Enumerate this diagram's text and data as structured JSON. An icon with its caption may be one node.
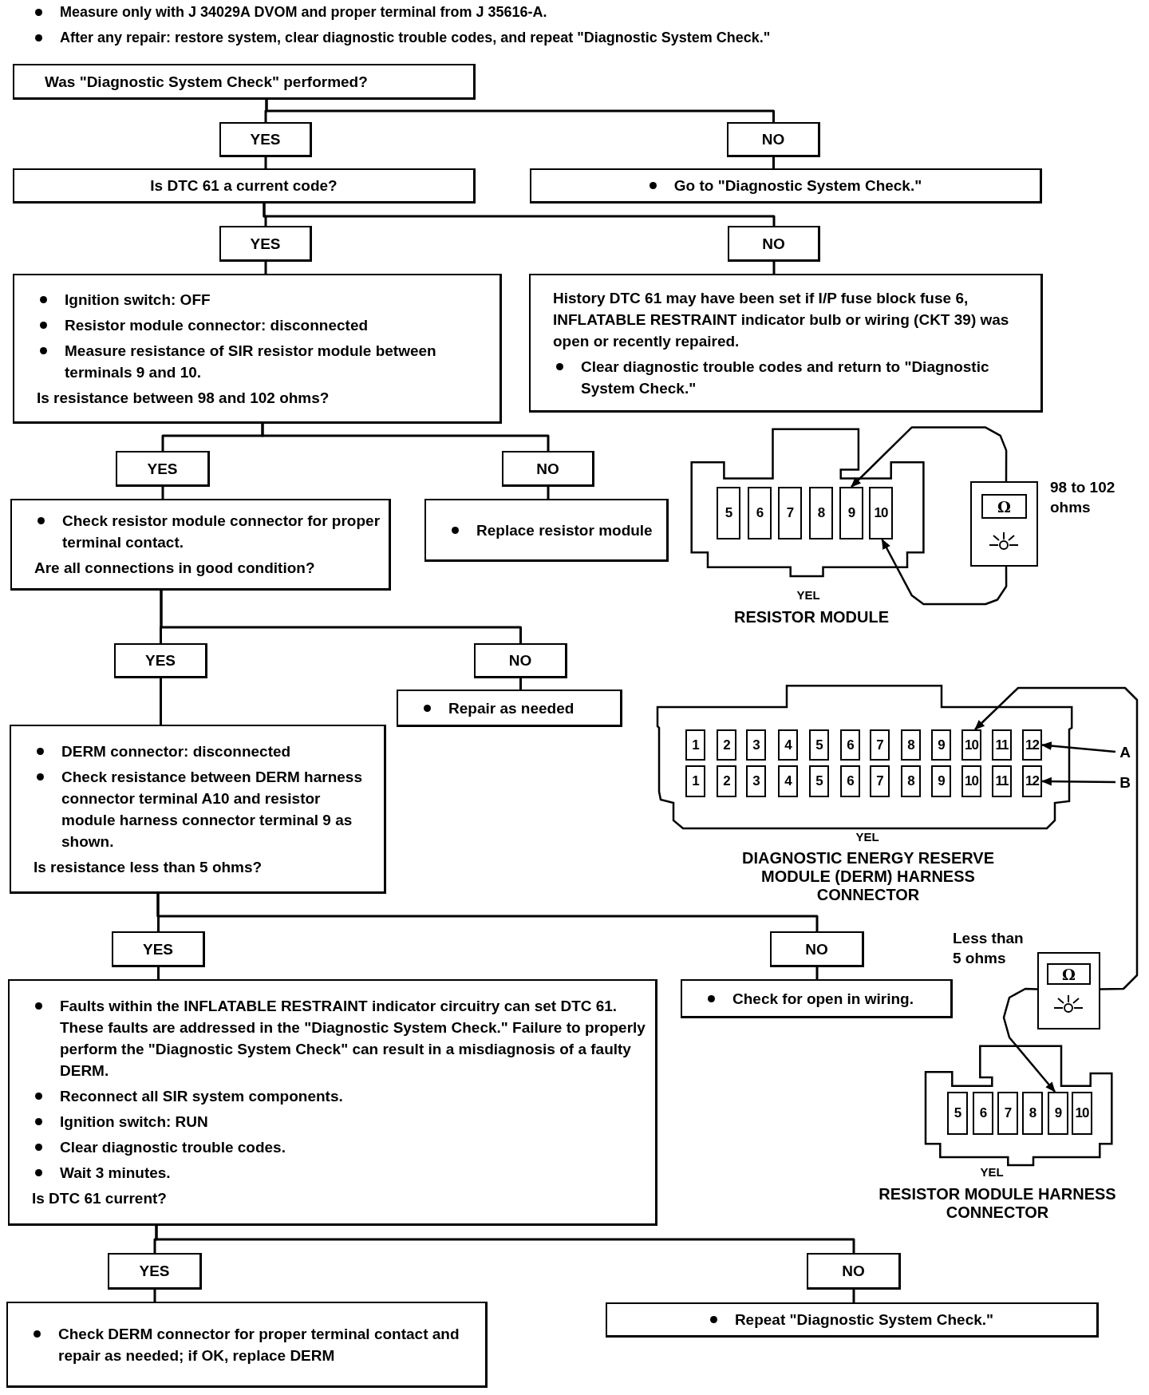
{
  "diagram": {
    "nodes": [
      {
        "text": [
          "Was \"Diagnostic System Check\" performed?"
        ]
      },
      {
        "text": [
          "YES"
        ]
      },
      {
        "text": [
          "NO"
        ]
      },
      {
        "text": [
          "Is DTC 61 a current code?"
        ]
      },
      {
        "text": [
          "Go to \"Diagnostic System Check.\""
        ]
      },
      {
        "text": [
          "YES"
        ]
      },
      {
        "text": [
          "NO"
        ]
      },
      {
        "text": [
          "Ignition switch: OFF",
          "Resistor module connector: disconnected",
          "Measure resistance of SIR resistor module between terminals 9 and 10.",
          "Is resistance between 98 and 102 ohms?"
        ]
      },
      {
        "text": [
          "History DTC 61 may have been set if I/P fuse block fuse 6, INFLATABLE RESTRAINT indicator bulb or wiring (CKT 39) was open or recently repaired.",
          "Clear diagnostic trouble codes and return to \"Diagnostic System Check.\""
        ]
      },
      {
        "text": [
          "YES"
        ]
      },
      {
        "text": [
          "NO"
        ]
      },
      {
        "text": [
          "Check resistor module connector for proper terminal contact.",
          "Are all connections in good condition?"
        ]
      },
      {
        "text": [
          "Replace resistor module"
        ]
      },
      {
        "text": [
          "YES"
        ]
      },
      {
        "text": [
          "NO"
        ]
      },
      {
        "text": [
          "DERM connector: disconnected",
          "Check resistance between DERM harness connector terminal A10 and resistor module harness connector terminal 9 as shown.",
          "Is resistance less than 5 ohms?"
        ]
      },
      {
        "text": [
          "Repair as needed"
        ]
      },
      {
        "text": [
          "YES"
        ]
      },
      {
        "text": [
          "NO"
        ]
      },
      {
        "text": [
          "Faults within the INFLATABLE RESTRAINT indicator circuitry can set DTC 61. These faults are addressed in the \"Diagnostic System Check.\" Failure to properly perform the \"Diagnostic System Check\" can result in a misdiagnosis of a faulty DERM.",
          "Reconnect all SIR system components.",
          "Ignition switch: RUN",
          "Clear diagnostic trouble codes.",
          "Wait 3 minutes.",
          "Is DTC 61 current?"
        ]
      },
      {
        "text": [
          "Check for open in wiring."
        ]
      },
      {
        "text": [
          "YES"
        ]
      },
      {
        "text": [
          "NO"
        ]
      },
      {
        "text": [
          "Check DERM connector for proper terminal contact and repair as needed; if OK, replace DERM"
        ]
      },
      {
        "text": [
          "Repeat \"Diagnostic System Check.\""
        ]
      },
      {
        "text": [
          "A"
        ]
      },
      {
        "text": [
          "B"
        ]
      },
      {
        "text": [],
        "shape": "connector"
      },
      {
        "text": [
          "5"
        ],
        "in": 27
      },
      {
        "text": [
          "6"
        ],
        "in": 27
      },
      {
        "text": [
          "7"
        ],
        "in": 27
      },
      {
        "text": [
          "8"
        ],
        "in": 27
      },
      {
        "text": [
          "9"
        ],
        "in": 27
      },
      {
        "text": [
          "10"
        ],
        "in": 27
      },
      {
        "text": [
          "Ω"
        ],
        "beside": [
          "98 to 102 ohms"
        ]
      },
      {
        "text": [],
        "shape": "connector"
      },
      {
        "text": [
          "1"
        ],
        "in": 35
      },
      {
        "text": [
          "2"
        ],
        "in": 35
      },
      {
        "text": [
          "3"
        ],
        "in": 35
      },
      {
        "text": [
          "4"
        ],
        "in": 35
      },
      {
        "text": [
          "5"
        ],
        "in": 35
      },
      {
        "text": [
          "6"
        ],
        "in": 35
      },
      {
        "text": [
          "7"
        ],
        "in": 35
      },
      {
        "text": [
          "8"
        ],
        "in": 35
      },
      {
        "text": [
          "9"
        ],
        "in": 35
      },
      {
        "text": [
          "10"
        ],
        "in": 35
      },
      {
        "text": [
          "11"
        ],
        "in": 35
      },
      {
        "text": [
          "12"
        ],
        "in": 35
      },
      {
        "text": [
          "1"
        ],
        "in": 35
      },
      {
        "text": [
          "2"
        ],
        "in": 35
      },
      {
        "text": [
          "3"
        ],
        "in": 35
      },
      {
        "text": [
          "4"
        ],
        "in": 35
      },
      {
        "text": [
          "5"
        ],
        "in": 35
      },
      {
        "text": [
          "6"
        ],
        "in": 35
      },
      {
        "text": [
          "7"
        ],
        "in": 35
      },
      {
        "text": [
          "8"
        ],
        "in": 35
      },
      {
        "text": [
          "9"
        ],
        "in": 35
      },
      {
        "text": [
          "10"
        ],
        "in": 35
      },
      {
        "text": [
          "11"
        ],
        "in": 35
      },
      {
        "text": [
          "12"
        ],
        "in": 35
      },
      {
        "text": [
          "Ω"
        ],
        "beside": [
          "Less than 5 ohms"
        ]
      },
      {
        "text": [],
        "shape": "connector"
      },
      {
        "text": [
          "5"
        ],
        "in": 61
      },
      {
        "text": [
          "6"
        ],
        "in": 61
      },
      {
        "text": [
          "7"
        ],
        "in": 61
      },
      {
        "text": [
          "8"
        ],
        "in": 61
      },
      {
        "text": [
          "9"
        ],
        "in": 61
      },
      {
        "text": [
          "10"
        ],
        "in": 61
      }
    ],
    "edges": [
      {
        "from": 0,
        "to": 1,
        "arrow": "none"
      },
      {
        "from": 0,
        "to": 2,
        "arrow": "none"
      },
      {
        "from": 1,
        "to": 3,
        "arrow": "none"
      },
      {
        "from": 2,
        "to": 4,
        "arrow": "none"
      },
      {
        "from": 3,
        "to": 5,
        "arrow": "none"
      },
      {
        "from": 3,
        "to": 6,
        "arrow": "none"
      },
      {
        "from": 5,
        "to": 7,
        "arrow": "none"
      },
      {
        "from": 6,
        "to": 8,
        "arrow": "none"
      },
      {
        "from": 7,
        "to": 9,
        "arrow": "none"
      },
      {
        "from": 7,
        "to": 10,
        "arrow": "none"
      },
      {
        "from": 9,
        "to": 11,
        "arrow": "none"
      },
      {
        "from": 10,
        "to": 12,
        "arrow": "none"
      },
      {
        "from": 11,
        "to": 13,
        "arrow": "none"
      },
      {
        "from": 11,
        "to": 14,
        "arrow": "none"
      },
      {
        "from": 13,
        "to": 15,
        "arrow": "none"
      },
      {
        "from": 14,
        "to": 16,
        "arrow": "none"
      },
      {
        "from": 15,
        "to": 17,
        "arrow": "none"
      },
      {
        "from": 15,
        "to": 18,
        "arrow": "none"
      },
      {
        "from": 17,
        "to": 19,
        "arrow": "none"
      },
      {
        "from": 18,
        "to": 20,
        "arrow": "none"
      },
      {
        "from": 19,
        "to": 21,
        "arrow": "none"
      },
      {
        "from": 19,
        "to": 22,
        "arrow": "none"
      },
      {
        "from": 21,
        "to": 23,
        "arrow": "none"
      },
      {
        "from": 22,
        "to": 24,
        "arrow": "none"
      },
      {
        "from": 25,
        "to": 47,
        "arrow": "to"
      },
      {
        "from": 26,
        "to": 59,
        "arrow": "to"
      },
      {
        "from": 34,
        "to": 32,
        "arrow": "to"
      },
      {
        "from": 34,
        "to": 33,
        "arrow": "to"
      },
      {
        "from": 60,
        "to": 45,
        "arrow": "to"
      },
      {
        "from": 60,
        "to": 66,
        "arrow": "to"
      }
    ],
    "labels": [
      "Measure only with J 34029A DVOM and proper terminal from J 35616-A.",
      "After any repair: restore system, clear diagnostic trouble codes, and repeat \"Diagnostic System Check.\"",
      "YEL",
      "RESISTOR MODULE",
      "YEL",
      "DIAGNOSTIC ENERGY RESERVE MODULE (DERM) HARNESS CONNECTOR",
      "YEL",
      "RESISTOR MODULE HARNESS CONNECTOR"
    ]
  }
}
